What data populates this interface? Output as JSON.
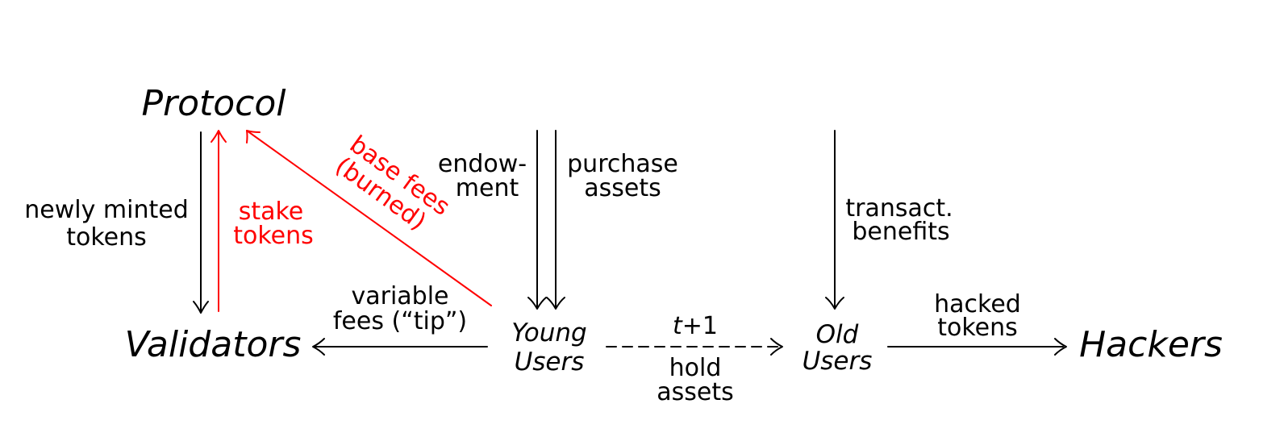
{
  "nodes": {
    "protocol": "Protocol",
    "validators": "Validators",
    "young_users": [
      "Young",
      "Users"
    ],
    "old_users": [
      "Old",
      "Users"
    ],
    "hackers": "Hackers"
  },
  "edges": {
    "newly_minted": [
      "newly minted",
      "tokens"
    ],
    "stake": [
      "stake",
      "tokens"
    ],
    "base_fees": [
      "base fees",
      "(burned)"
    ],
    "endowment": [
      "endow-",
      "ment"
    ],
    "purchase": [
      "purchase",
      "assets"
    ],
    "transact": [
      "transact.",
      "benefits"
    ],
    "variable_fees": [
      "variable",
      "fees (“tip”)"
    ],
    "time_step": {
      "var": "t",
      "rest": "+1"
    },
    "hold": [
      "hold",
      "assets"
    ],
    "hacked": [
      "hacked",
      "tokens"
    ]
  },
  "colors": {
    "black": "#000000",
    "red": "#ff0000"
  }
}
